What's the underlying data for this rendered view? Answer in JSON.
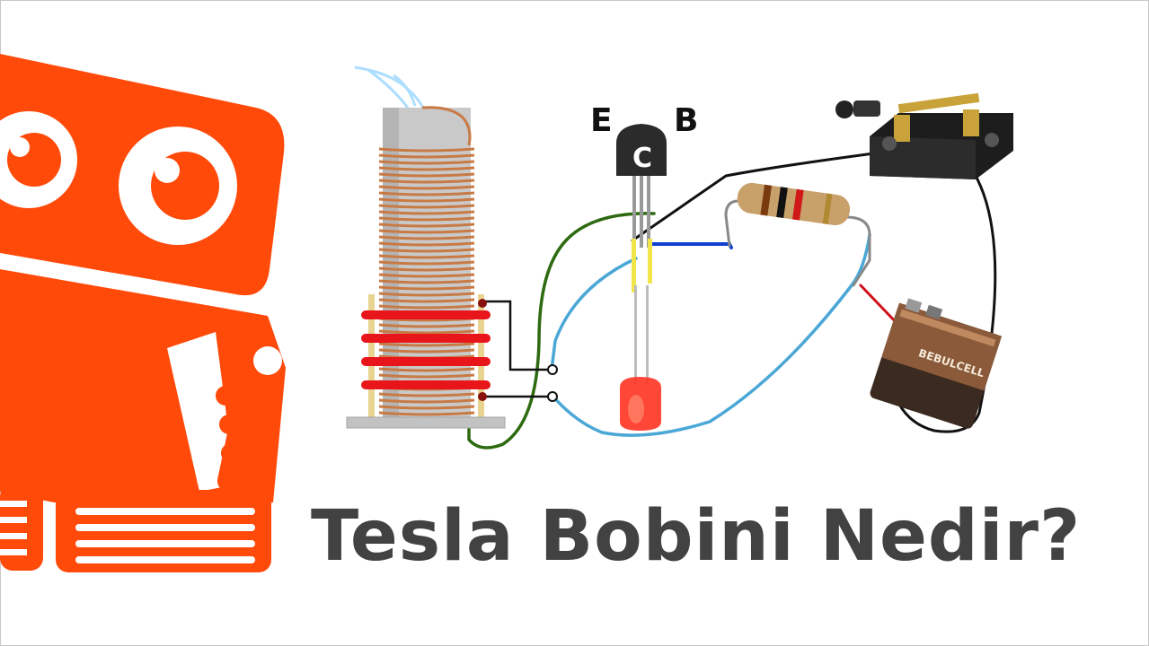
{
  "title": "Tesla Bobini Nedir?",
  "transistor": {
    "emitter_label": "E",
    "base_label": "B",
    "collector_label": "C"
  },
  "battery": {
    "brand": "BEBULCELL"
  },
  "icons": {
    "mascot": "robot-mascot-icon"
  },
  "colors": {
    "mascot_orange": "#ff4a0a",
    "title_text": "#424242",
    "primary_coil": "#e8151a",
    "secondary_coil": "#c87a45",
    "wire_green": "#2d6a10",
    "wire_blue_light": "#4aa7d6",
    "wire_blue": "#1040d0",
    "wire_black": "#111111",
    "wire_red": "#d0101a",
    "led_red": "#ff3322"
  }
}
